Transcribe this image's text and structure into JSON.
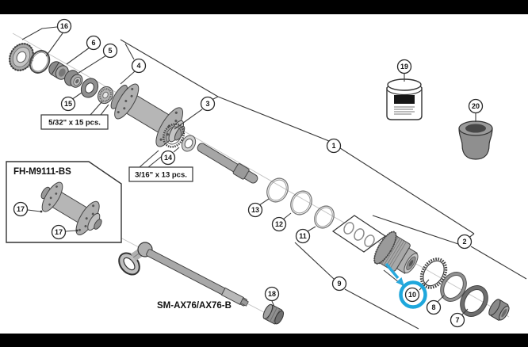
{
  "page": {
    "background": "#000000",
    "canvas_background": "#ffffff"
  },
  "diagram": {
    "hub_box_label": "FH-M9111-BS",
    "axle_label": "SM-AX76/AX76-B",
    "bearing_spec_left": "5/32\" x 15 pcs.",
    "bearing_spec_right": "3/16\" x 13 pcs.",
    "highlight": {
      "color": "#1EA7DC",
      "arrow_color": "#29A9DD",
      "highlighted_callout": "10"
    },
    "callouts": [
      "16",
      "6",
      "5",
      "4",
      "15",
      "3",
      "14",
      "1",
      "13",
      "12",
      "11",
      "9",
      "2",
      "10",
      "8",
      "7",
      "19",
      "20",
      "18",
      "17",
      "17"
    ]
  }
}
